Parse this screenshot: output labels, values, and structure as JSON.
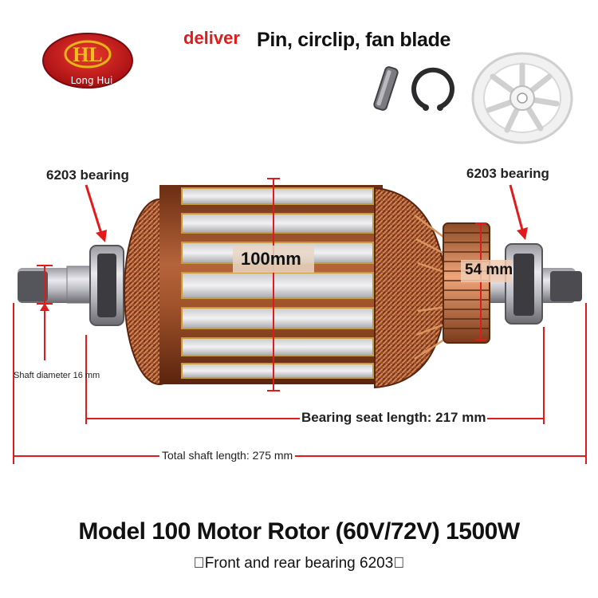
{
  "brand": {
    "name": "Long Hui",
    "mark": "HL"
  },
  "header": {
    "deliver_label": "deliver",
    "accessories_label": "Pin, circlip, fan blade"
  },
  "accessories": [
    "key-pin-icon",
    "circlip-icon",
    "fan-blade-icon"
  ],
  "labels": {
    "bearing_left": "6203 bearing",
    "bearing_right": "6203 bearing",
    "shaft_diameter": "Shaft diameter 16 mm",
    "bearing_seat_length": "Bearing seat length: 217 mm",
    "total_shaft_length": "Total shaft length: 275 mm",
    "core_diameter": "100mm",
    "commutator_diameter": "54 mm"
  },
  "product": {
    "title": "Model 100 Motor Rotor (60V/72V) 1500W",
    "subtitle": "\u0000Front and rear bearing 6203\u0000"
  },
  "colors": {
    "accent_red": "#e11b1b",
    "copper": "#a0522d",
    "logo_red": "#c8141a",
    "logo_gold": "#e7b416"
  }
}
